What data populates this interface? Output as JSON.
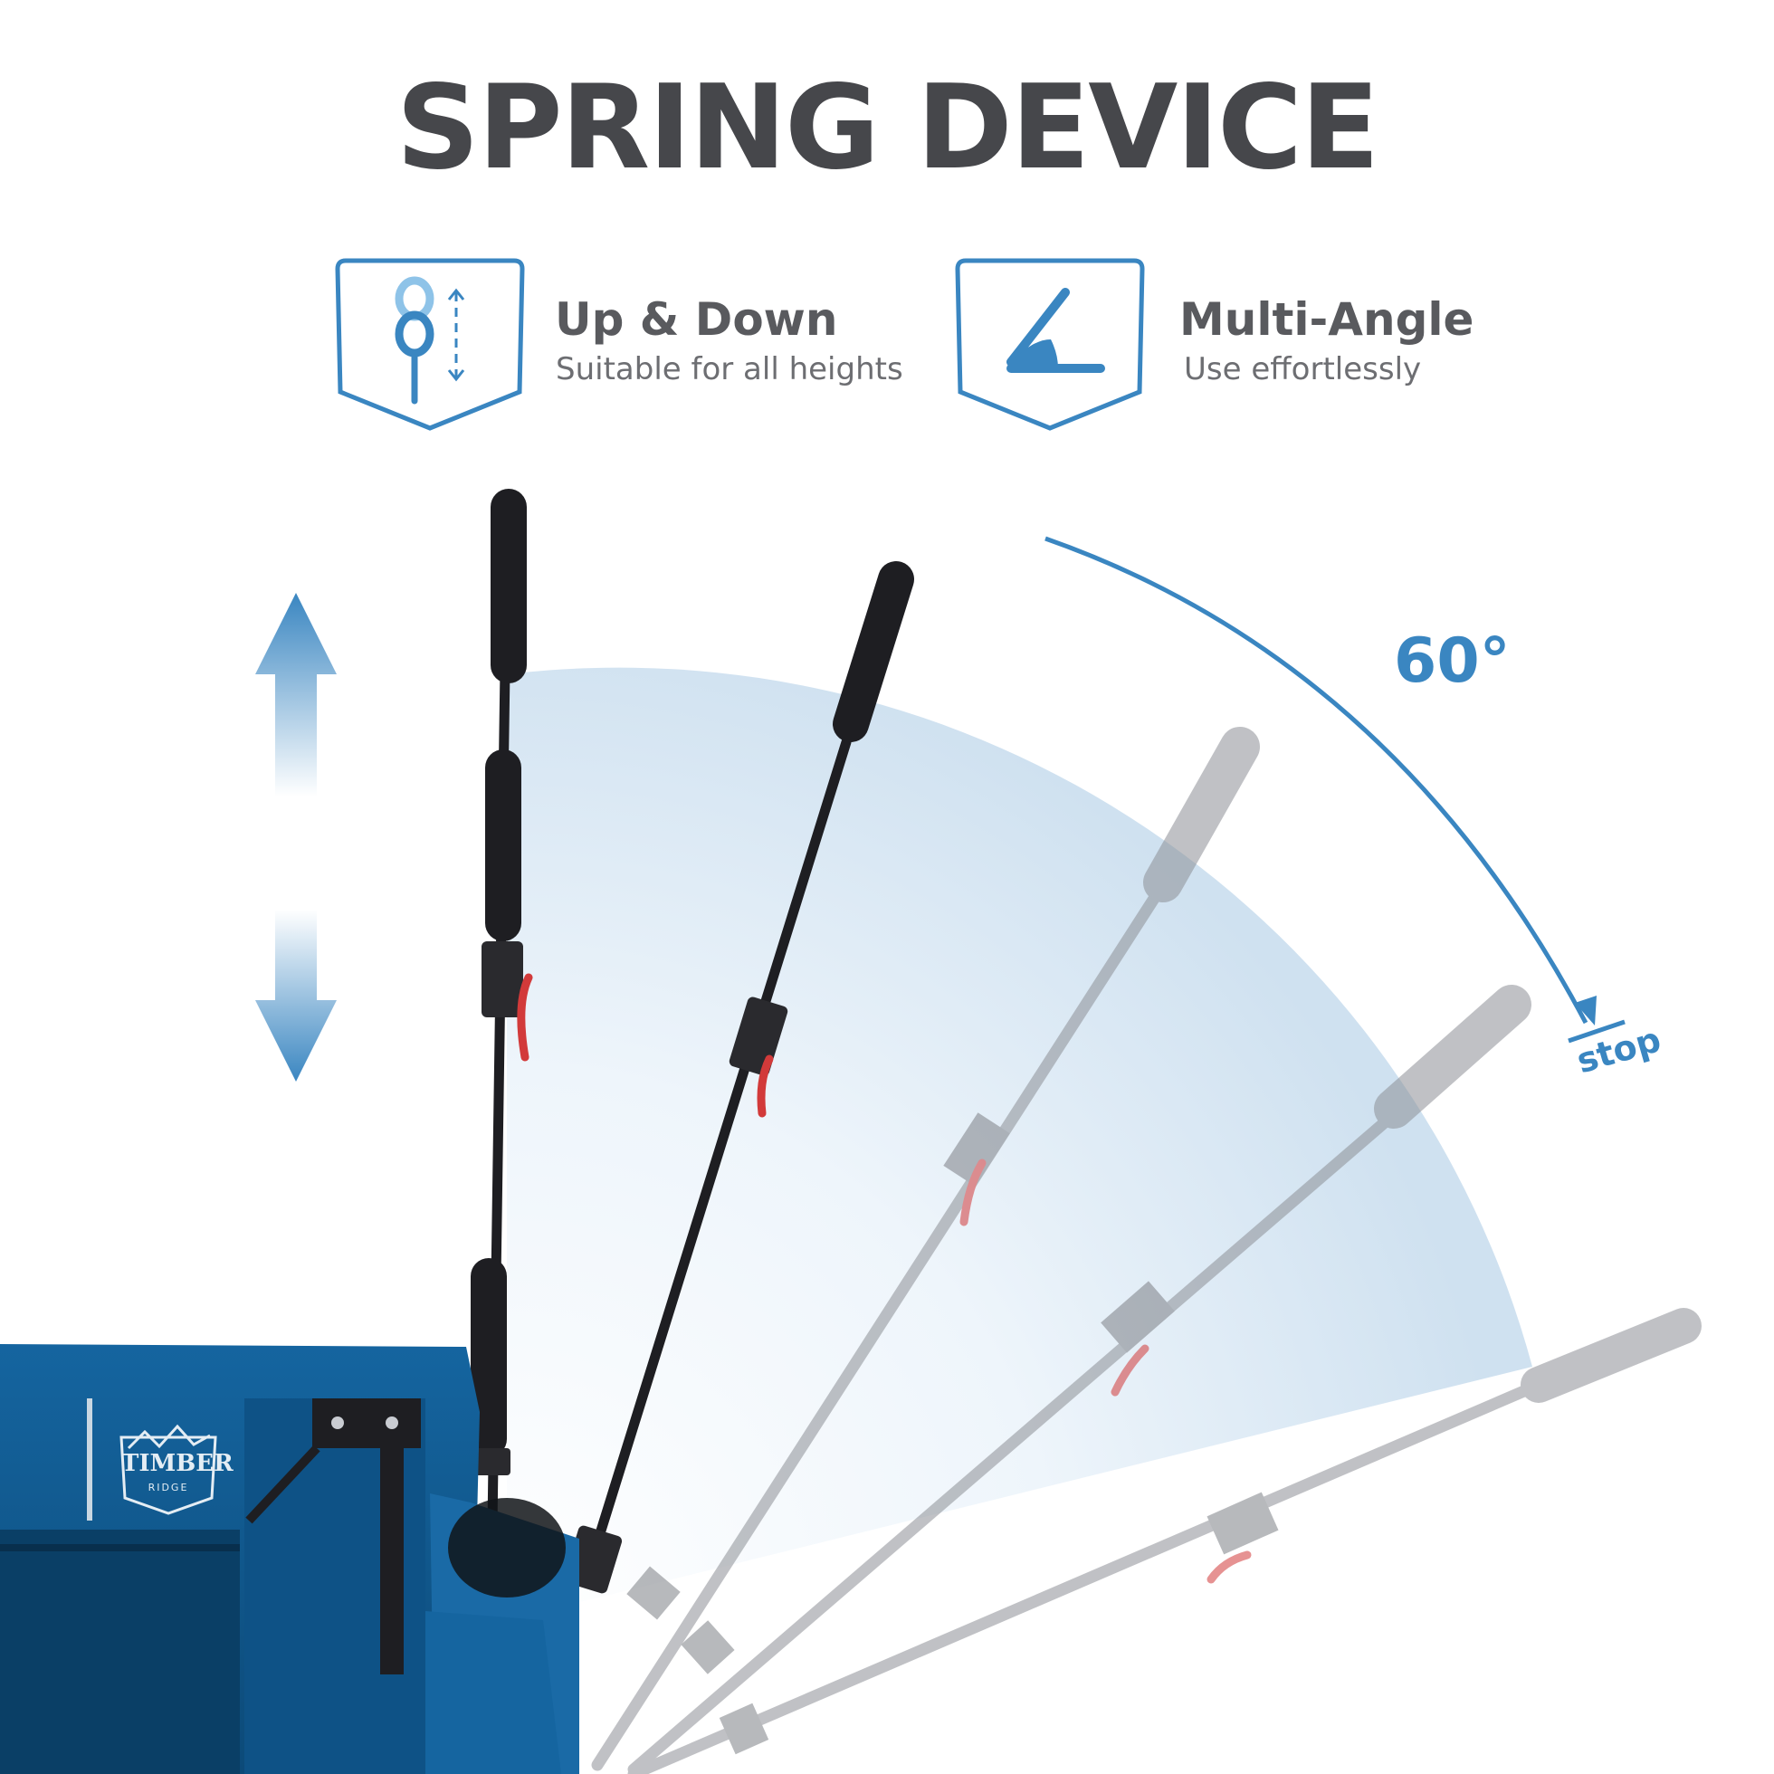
{
  "title": "SPRING DEVICE",
  "features": [
    {
      "icon": "adjustable-height-icon",
      "title": "Up & Down",
      "subtitle": "Suitable for all heights"
    },
    {
      "icon": "angle-icon",
      "title": "Multi-Angle",
      "subtitle": "Use effortlessly"
    }
  ],
  "diagram": {
    "angle_label": "60°",
    "stop_label": "stop",
    "brand": "TIMBER",
    "brand_sub": "RIDGE"
  },
  "colors": {
    "accent_blue": "#3a86c1",
    "title_gray": "#46474b",
    "wagon_blue": "#0f5a8f",
    "handle_black": "#1e1e22",
    "lever_red": "#d23a3a"
  }
}
